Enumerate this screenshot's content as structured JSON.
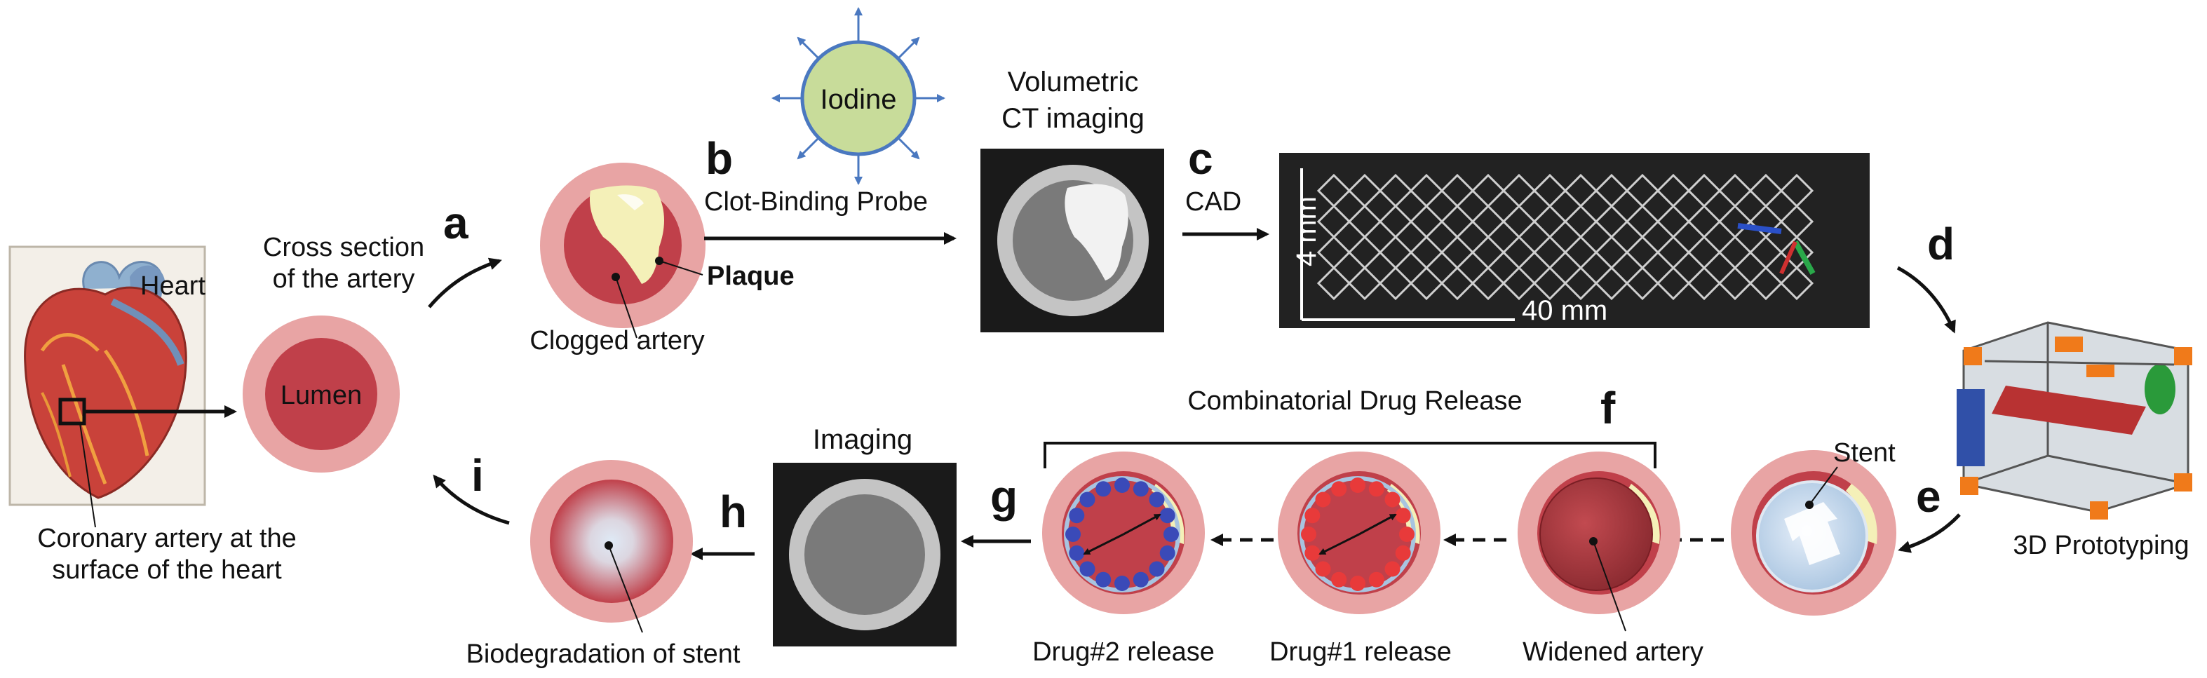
{
  "heart": {
    "label": "Heart",
    "caption_line1": "Coronary artery at the",
    "caption_line2": "surface of the heart"
  },
  "lumen": {
    "label": "Lumen"
  },
  "steps": {
    "a": {
      "letter": "a",
      "line1": "Cross section",
      "line2": "of the artery"
    },
    "b": {
      "letter": "b",
      "label": "Clot-Binding Probe",
      "probe": "Iodine"
    },
    "c": {
      "letter": "c",
      "label": "CAD"
    },
    "d": {
      "letter": "d"
    },
    "e": {
      "letter": "e"
    },
    "f": {
      "letter": "f"
    },
    "g": {
      "letter": "g"
    },
    "h": {
      "letter": "h"
    },
    "i": {
      "letter": "i"
    }
  },
  "clogged": {
    "plaque_label": "Plaque",
    "caption": "Clogged artery"
  },
  "ct": {
    "title_line1": "Volumetric",
    "title_line2": "CT imaging"
  },
  "cad": {
    "dim_height": "4 mm",
    "dim_length": "40 mm"
  },
  "printer": {
    "caption": "3D Prototyping"
  },
  "stent": {
    "label": "Stent"
  },
  "combinatorial": {
    "title": "Combinatorial Drug Release"
  },
  "widened": {
    "caption": "Widened artery"
  },
  "drug1": {
    "caption": "Drug#1 release"
  },
  "drug2": {
    "caption": "Drug#2 release"
  },
  "imaging2": {
    "title": "Imaging"
  },
  "biodeg": {
    "caption": "Biodegradation of stent"
  },
  "colors": {
    "vessel_outer": "#e8a4a4",
    "vessel_inner": "#c0404a",
    "plaque": "#f4f0b8",
    "iodine_fill": "#c8dc9a",
    "probe_arrows": "#4a78c0",
    "drug1_dots": "#e83a3a",
    "drug2_dots": "#3a4ab8",
    "dark_panel": "#1a1a1a"
  }
}
